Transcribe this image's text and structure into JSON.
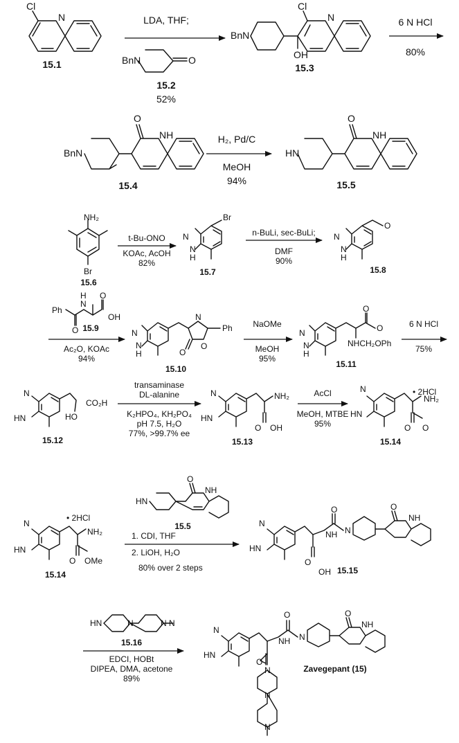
{
  "steps": [
    {
      "reagents_above": [
        "LDA, THF;"
      ],
      "coreactant": {
        "label": "15.2",
        "atoms": [
          "BnN",
          "O"
        ]
      },
      "yield": "52%",
      "product_label": "15.3",
      "product_atoms": [
        "Cl",
        "N",
        "BnN",
        "OH"
      ]
    },
    {
      "reagents_above": [
        "6 N HCl"
      ],
      "yield": "80%"
    },
    {
      "reagents_above": [
        "H₂, Pd/C"
      ],
      "reagents_below": [
        "MeOH",
        "94%"
      ],
      "substrate_label": "15.4",
      "substrate_atoms": [
        "O",
        "NH",
        "BnN"
      ],
      "product_label": "15.5",
      "product_atoms": [
        "O",
        "NH",
        "HN"
      ]
    },
    {
      "reagents_above": [
        "t-Bu-ONO"
      ],
      "reagents_below": [
        "KOAc, AcOH",
        "82%"
      ],
      "substrate_label": "15.6",
      "substrate_atoms": [
        "NH₂",
        "Br"
      ],
      "product_label": "15.7",
      "product_atoms": [
        "N",
        "N",
        "H",
        "Br"
      ]
    },
    {
      "reagents_above": [
        "n-BuLi, sec-BuLi;"
      ],
      "reagents_below": [
        "DMF",
        "90%"
      ],
      "product_label": "15.8",
      "product_atoms": [
        "N",
        "N",
        "H",
        "O"
      ]
    },
    {
      "coreactant": {
        "label": "15.9",
        "atoms": [
          "Ph",
          "N",
          "H",
          "O",
          "OH",
          "O"
        ]
      },
      "reagents_below": [
        "Ac₂O, KOAc",
        "94%"
      ],
      "product_label": "15.10",
      "product_atoms": [
        "N",
        "N",
        "H",
        "N",
        "O",
        "O",
        "Ph"
      ]
    },
    {
      "reagents_above": [
        "NaOMe"
      ],
      "reagents_below": [
        "MeOH",
        "95%"
      ],
      "product_label": "15.11",
      "product_atoms": [
        "N",
        "N",
        "H",
        "O",
        "O",
        "NHCH₂OPh"
      ]
    },
    {
      "reagents_above": [
        "6 N HCl"
      ],
      "yield": "75%"
    },
    {
      "reagents_above": [
        "transaminase",
        "DL-alanine"
      ],
      "reagents_below": [
        "K₂HPO₄, KH₂PO₄",
        "pH 7.5, H₂O",
        "77%, >99.7% ee"
      ],
      "substrate_label": "15.12",
      "substrate_atoms": [
        "N",
        "HN",
        "HO",
        "CO₂H"
      ],
      "product_label": "15.13",
      "product_atoms": [
        "N",
        "HN",
        "NH₂",
        "O",
        "OH"
      ]
    },
    {
      "reagents_above": [
        "AcCl"
      ],
      "reagents_below": [
        "MeOH, MTBE",
        "95%"
      ],
      "product_label": "15.14",
      "product_atoms": [
        "N",
        "HN",
        "• 2HCl",
        "NH₂",
        "O",
        "O"
      ]
    },
    {
      "substrate_label": "15.14",
      "substrate_atoms": [
        "N",
        "HN",
        "• 2HCl",
        "NH₂",
        "O",
        "OMe"
      ],
      "coreactant": {
        "label": "15.5",
        "atoms": [
          "HN",
          "O",
          "NH"
        ]
      },
      "reagents_below": [
        "1. CDI, THF",
        "2. LiOH, H₂O",
        "80% over 2 steps"
      ],
      "product_label": "15.15",
      "product_atoms": [
        "N",
        "HN",
        "O",
        "NH",
        "N",
        "O",
        "NH",
        "O",
        "OH"
      ]
    },
    {
      "coreactant": {
        "label": "15.16",
        "atoms": [
          "HN",
          "N",
          "N",
          "N"
        ]
      },
      "reagents_below": [
        "EDCI, HOBt",
        "DIPEA, DMA, acetone",
        "89%"
      ],
      "product_label": "Zavegepant (15)",
      "product_atoms": [
        "N",
        "HN",
        "O",
        "NH",
        "N",
        "O",
        "NH",
        "O",
        "N",
        "N",
        "N"
      ]
    }
  ],
  "start_material": {
    "label": "15.1",
    "atoms": [
      "Cl",
      "N"
    ]
  }
}
